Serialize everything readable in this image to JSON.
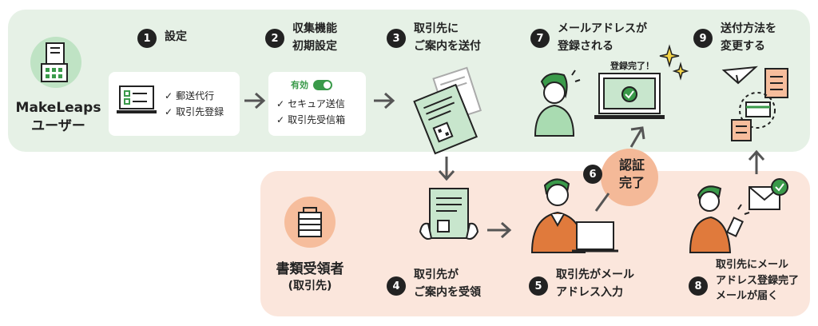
{
  "actors": {
    "sender": {
      "label_line1": "MakeLeaps",
      "label_line2": "ユーザー",
      "icon": "building-icon"
    },
    "receiver": {
      "label_line1": "書類受領者",
      "label_line2": "(取引先)",
      "icon": "document-tray-icon"
    }
  },
  "steps": [
    {
      "number": "1",
      "title_line1": "設定",
      "title_line2": ""
    },
    {
      "number": "2",
      "title_line1": "収集機能",
      "title_line2": "初期設定"
    },
    {
      "number": "3",
      "title_line1": "取引先に",
      "title_line2": "ご案内を送付"
    },
    {
      "number": "4",
      "title_line1": "取引先が",
      "title_line2": "ご案内を受領"
    },
    {
      "number": "5",
      "title_line1": "取引先がメール",
      "title_line2": "アドレス入力"
    },
    {
      "number": "6",
      "title_line1": "認証",
      "title_line2": "完了"
    },
    {
      "number": "7",
      "title_line1": "メールアドレスが",
      "title_line2": "登録される"
    },
    {
      "number": "8",
      "title_line1": "取引先にメール",
      "title_line2": "アドレス登録完了",
      "title_line3": "メールが届く"
    },
    {
      "number": "9",
      "title_line1": "送付方法を",
      "title_line2": "変更する"
    }
  ],
  "settings_card": {
    "items": [
      "郵送代行",
      "取引先登録"
    ]
  },
  "collection_card": {
    "toggle_label": "有効",
    "items": [
      "セキュア送信",
      "取引先受信箱"
    ]
  },
  "registration_complete_label": "登録完了！",
  "colors": {
    "green_band": "#e6f1e6",
    "peach_band": "#fbe6dc",
    "accent_green": "#3a9a4a",
    "accent_orange": "#e07a3c",
    "dark": "#222222"
  }
}
